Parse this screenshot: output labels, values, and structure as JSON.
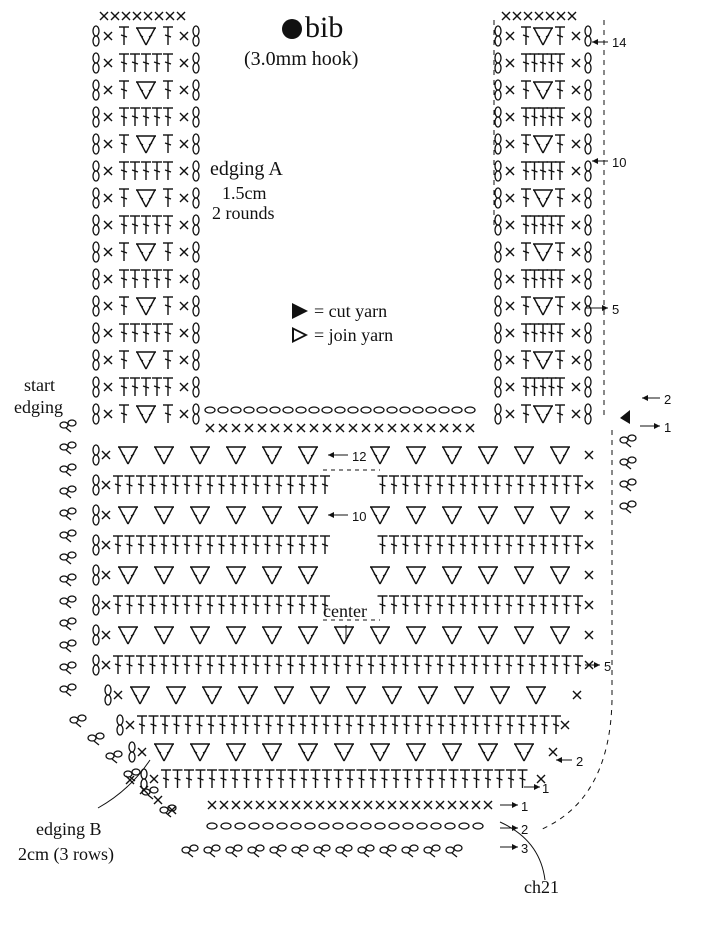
{
  "title": "bib",
  "hook": "(3.0mm hook)",
  "edging_a": {
    "name": "edging A",
    "size": "1.5cm",
    "rounds": "2 rounds"
  },
  "edging_b": {
    "name": "edging B",
    "size": "2cm (3 rows)"
  },
  "start_edging": {
    "line1": "start",
    "line2": "edging"
  },
  "legend": {
    "cut": "= cut yarn",
    "join": "= join yarn"
  },
  "center_label": "center",
  "chain_label": "ch21",
  "row_markers": {
    "strap_14": "14",
    "strap_10": "10",
    "strap_5": "5",
    "side_2": "2",
    "side_1": "1",
    "body_12": "12",
    "body_10": "10",
    "body_5": "5",
    "body_2": "2",
    "body_1": "1",
    "edgeb_1": "1",
    "edgeb_2": "2",
    "edgeb_3": "3"
  },
  "colors": {
    "ink": "#111111",
    "paper": "#ffffff"
  }
}
